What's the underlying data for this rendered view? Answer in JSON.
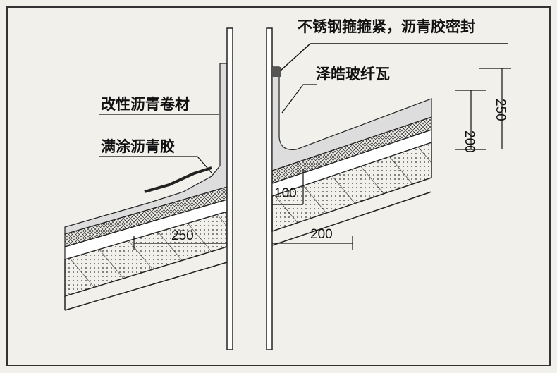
{
  "labels": {
    "clamp_note": "不锈钢箍箍紧，沥青胶密封",
    "shingle": "泽皓玻纤瓦",
    "membrane": "改性沥青卷材",
    "adhesive": "满涂沥青胶"
  },
  "dimensions": {
    "left_horizontal": "250",
    "right_horizontal": "200",
    "right_upturn": "100",
    "vertical_inner": "200",
    "vertical_outer": "250"
  }
}
